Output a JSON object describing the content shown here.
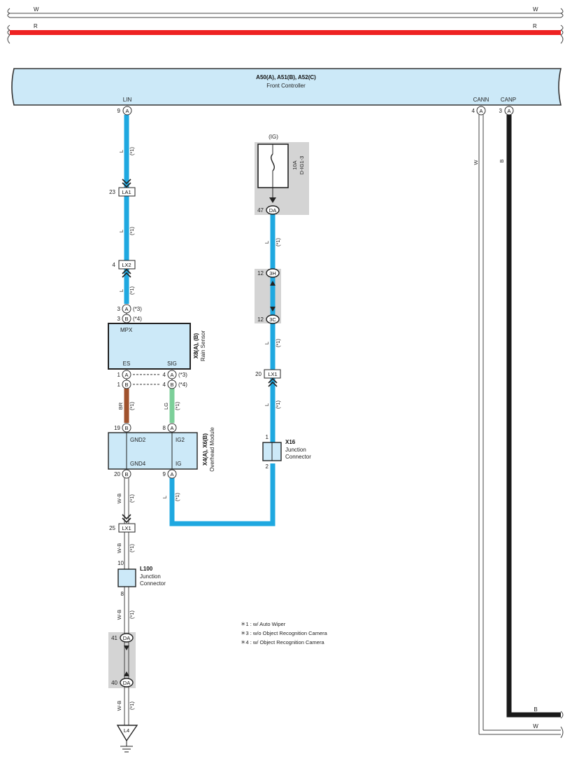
{
  "top_wires": {
    "w_left": "W",
    "w_right": "W",
    "r_left": "R",
    "r_right": "R"
  },
  "front_controller": {
    "connectors": "A50(A), A51(B), A52(C)",
    "name": "Front Controller",
    "lin_label": "LIN",
    "lin_pin": "9",
    "lin_conn": "A",
    "cann_label": "CANN",
    "cann_pin": "4",
    "cann_conn": "A",
    "canp_label": "CANP",
    "canp_pin": "3",
    "canp_conn": "A",
    "cann_wire": "W",
    "canp_wire": "B"
  },
  "left_branch": {
    "wire1_color": "L",
    "wire1_note": "(*1)",
    "la1_pin": "23",
    "la1_label": "LA1",
    "wire2_color": "L",
    "wire2_note": "(*1)",
    "lx2_pin": "4",
    "lx2_label": "LX2",
    "wire3_color": "L",
    "wire3_note": "(*1)",
    "rs_a_pin": "3",
    "rs_a_conn": "A",
    "rs_a_note": "(*3)",
    "rs_b_pin": "3",
    "rs_b_conn": "B",
    "rs_b_note": "(*4)"
  },
  "rain_sensor": {
    "connectors": "X8(A), (B)",
    "name": "Rain Sensor",
    "mpx": "MPX",
    "es": "ES",
    "sig": "SIG",
    "es_a_pin": "1",
    "es_a_conn": "A",
    "es_b_pin": "1",
    "es_b_conn": "B",
    "sig_a_pin": "4",
    "sig_a_conn": "A",
    "sig_a_note": "(*3)",
    "sig_b_pin": "4",
    "sig_b_conn": "B",
    "sig_b_note": "(*4)",
    "es_wire": "BR",
    "es_wire_note": "(*1)",
    "sig_wire": "LG",
    "sig_wire_note": "(*1)"
  },
  "overhead_module": {
    "connectors": "X4(A), X6(B)",
    "name": "Overhead Module",
    "gnd2": "GND2",
    "ig2": "IG2",
    "gnd4": "GND4",
    "ig": "IG",
    "gnd2_pin": "19",
    "gnd2_conn": "B",
    "ig2_pin": "8",
    "ig2_conn": "A",
    "gnd4_pin": "20",
    "gnd4_conn": "B",
    "ig_pin": "9",
    "ig_conn": "A",
    "gnd4_wire": "W-B",
    "gnd4_wire_note": "(*1)",
    "ig_wire": "L",
    "ig_wire_note": "(*1)"
  },
  "ground_branch": {
    "lx1_pin": "25",
    "lx1_label": "LX1",
    "wire_a": "W-B",
    "wire_a_note": "(*1)",
    "l100_id": "L100",
    "l100_name1": "Junction",
    "l100_name2": "Connector",
    "l100_pin_top": "10",
    "l100_pin_bottom": "8",
    "wire_b": "W-B",
    "wire_b_note": "(*1)",
    "da41_pin": "41",
    "da41_label": "DA",
    "da40_pin": "40",
    "da40_label": "DA",
    "wire_c": "W-B",
    "wire_c_note": "(*1)",
    "ground_label": "L4"
  },
  "fuse_branch": {
    "ig_label": "(IG)",
    "fuse_rating": "10A",
    "fuse_name": "D-IG1-3",
    "da47_pin": "47",
    "da47_label": "DA",
    "wire1": "L",
    "wire1_note": "(*1)",
    "h3_pin": "12",
    "h3_label": "3H",
    "c3_pin": "12",
    "c3_label": "3C",
    "wire2": "L",
    "wire2_note": "(*1)",
    "lx1_pin": "20",
    "lx1_label": "LX1",
    "wire3": "L",
    "wire3_note": "(*1)",
    "x16_id": "X16",
    "x16_name1": "Junction",
    "x16_name2": "Connector",
    "x16_pin_top": "1",
    "x16_pin_bottom": "2"
  },
  "notes": [
    "＊1 : w/ Auto Wiper",
    "＊3 : w/o Object Recognition Camera",
    "＊4 : w/ Object Recognition Camera"
  ],
  "right_wires": {
    "b_label": "B",
    "w_label": "W"
  },
  "colors": {
    "wire_L": "#1fa8e0",
    "wire_R": "#ee2222",
    "wire_BR": "#a0522d",
    "wire_LG": "#7ccf99",
    "wire_B": "#1a1a1a",
    "controller_fill": "#cce9f8",
    "shade": "#d4d4d4"
  }
}
